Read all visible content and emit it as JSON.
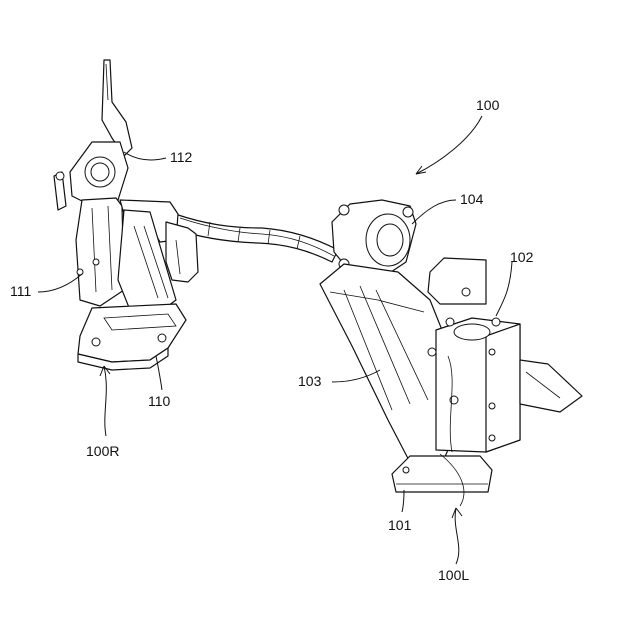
{
  "labels": {
    "l100": "100",
    "l104": "104",
    "l102": "102",
    "l112": "112",
    "l111": "111",
    "l110": "110",
    "l100R": "100R",
    "l103": "103",
    "l101": "101",
    "l100L": "100L"
  }
}
